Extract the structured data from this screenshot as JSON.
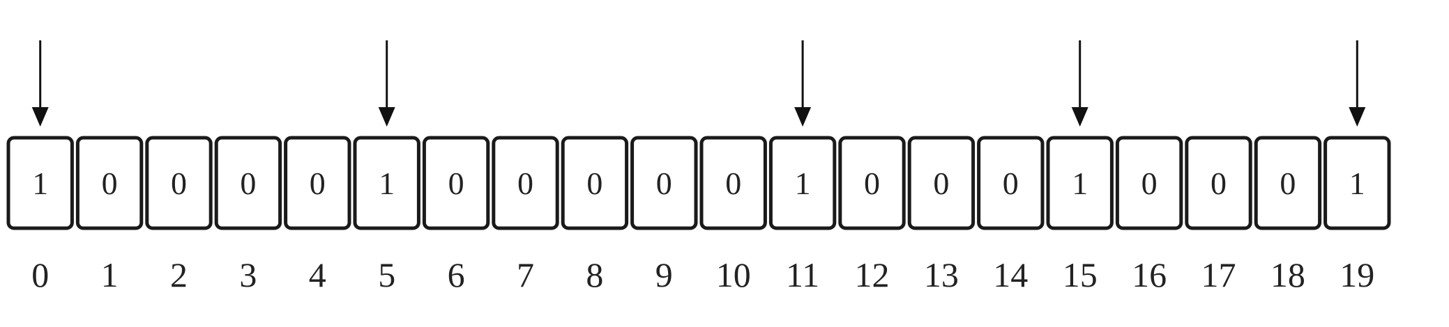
{
  "bit_array": {
    "values": [
      1,
      0,
      0,
      0,
      0,
      1,
      0,
      0,
      0,
      0,
      0,
      1,
      0,
      0,
      0,
      1,
      0,
      0,
      0,
      1
    ],
    "indices": [
      "0",
      "1",
      "2",
      "3",
      "4",
      "5",
      "6",
      "7",
      "8",
      "9",
      "10",
      "11",
      "12",
      "13",
      "14",
      "15",
      "16",
      "17",
      "18",
      "19"
    ],
    "arrow_positions": [
      0,
      5,
      11,
      15,
      19
    ]
  },
  "colors": {
    "stroke": "#1a1a1a",
    "text": "#222222",
    "background": "#ffffff"
  }
}
